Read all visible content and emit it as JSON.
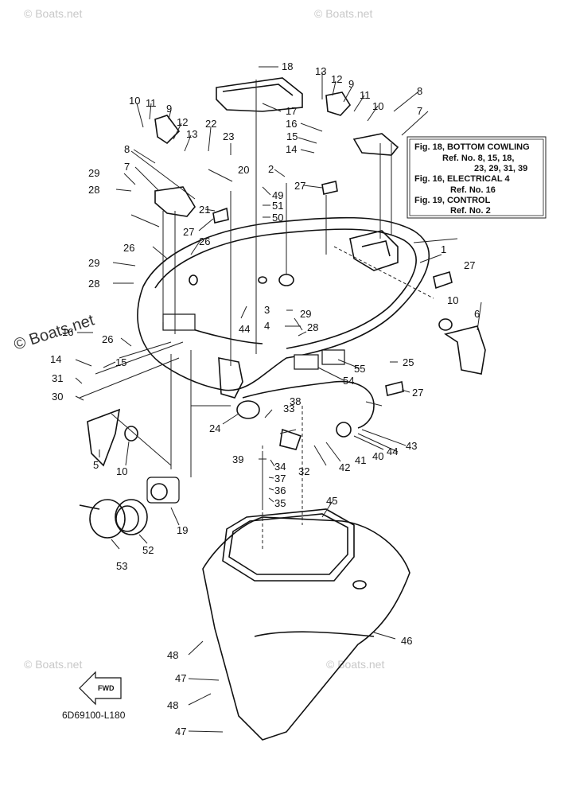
{
  "watermark": {
    "text": "© Boats.net",
    "side_text": "© Boats.net"
  },
  "reference_box": {
    "lines": [
      "Fig. 18, BOTTOM COWLING",
      "Ref. No. 8, 15, 18,",
      "23, 29, 31, 39",
      "Fig. 16, ELECTRICAL 4",
      "Ref. No. 16",
      "Fig. 19, CONTROL",
      "Ref. No. 2"
    ]
  },
  "diagram_code": "6D69100-L180",
  "fwd_label": "FWD",
  "callouts": [
    "1",
    "2",
    "3",
    "4",
    "5",
    "6",
    "7",
    "8",
    "9",
    "10",
    "11",
    "12",
    "13",
    "14",
    "15",
    "16",
    "17",
    "18",
    "19",
    "20",
    "21",
    "22",
    "23",
    "24",
    "25",
    "26",
    "27",
    "28",
    "29",
    "30",
    "31",
    "32",
    "33",
    "34",
    "35",
    "36",
    "37",
    "38",
    "39",
    "40",
    "41",
    "42",
    "43",
    "44",
    "45",
    "46",
    "47",
    "48",
    "49",
    "50",
    "51",
    "52",
    "53",
    "54",
    "55"
  ]
}
